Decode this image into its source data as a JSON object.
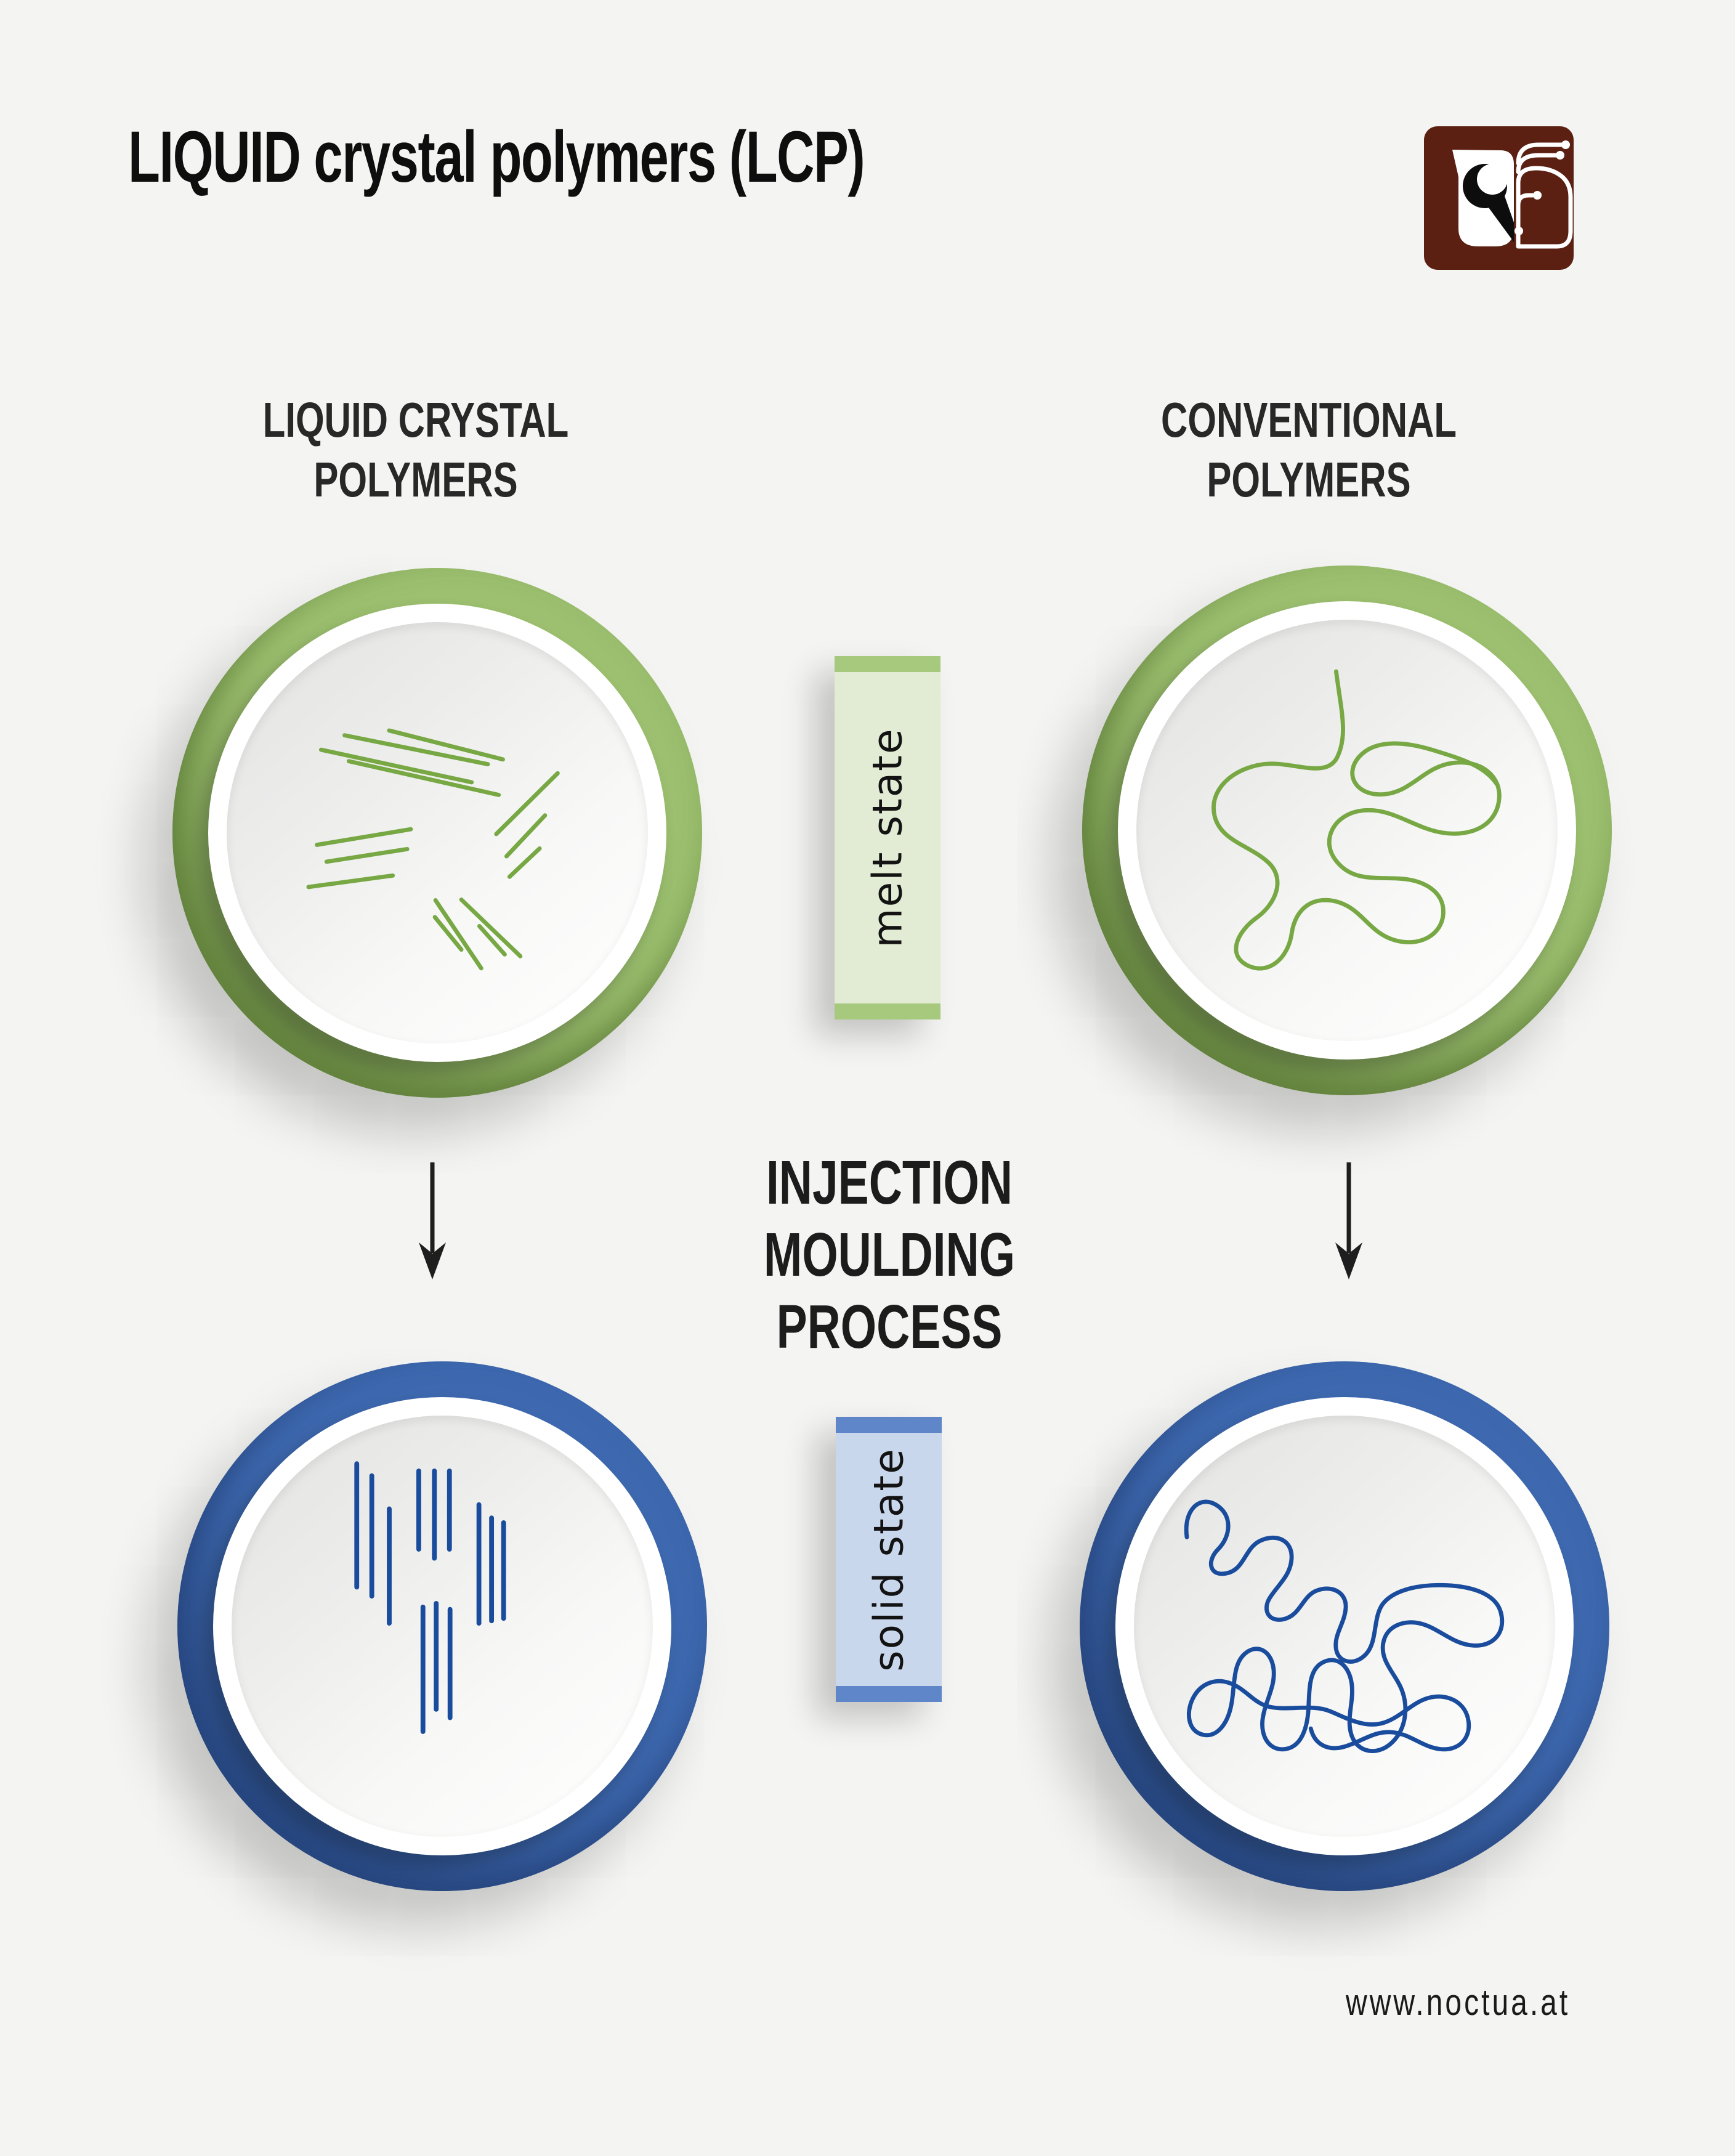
{
  "page": {
    "background_color": "#f4f4f2",
    "title": "LIQUID crystal polymers (LCP)",
    "footer": {
      "url_text": "www.noctua.at"
    }
  },
  "logo": {
    "icon": "noctua-owl-logo",
    "background_color": "#5b2012",
    "foreground_color": "#ffffff",
    "eye_color": "#0d0d0d"
  },
  "headings": {
    "left": {
      "line1": "LIQUID CRYSTAL",
      "line2": "POLYMERS"
    },
    "right": {
      "line1": "CONVENTIONAL",
      "line2": "POLYMERS"
    }
  },
  "process": {
    "line1": "INJECTION MOULDING",
    "line2": "PROCESS"
  },
  "state_labels": {
    "melt": {
      "text": "melt state",
      "fill_color": "#e2ebd3",
      "cap_color": "#a7c97e"
    },
    "solid": {
      "text": "solid state",
      "fill_color": "#c9d7ed",
      "cap_color": "#5e86c9"
    }
  },
  "colors": {
    "green_ring": "#9cc06f",
    "green_line": "#77a844",
    "blue_ring": "#3e69b0",
    "blue_line": "#1a4c9d",
    "arrow": "#1e1e1e"
  },
  "circles": {
    "top_left": {
      "column": "liquid crystal polymers",
      "state": "melt state",
      "art": "aligned-rod-molecules",
      "ring": "green"
    },
    "top_right": {
      "column": "conventional polymers",
      "state": "melt state",
      "art": "random-coil-molecule",
      "ring": "green"
    },
    "bottom_left": {
      "column": "liquid crystal polymers",
      "state": "solid state",
      "art": "aligned-vertical-rod-molecules",
      "ring": "blue"
    },
    "bottom_right": {
      "column": "conventional polymers",
      "state": "solid state",
      "art": "random-coil-molecule-dense",
      "ring": "blue"
    }
  }
}
